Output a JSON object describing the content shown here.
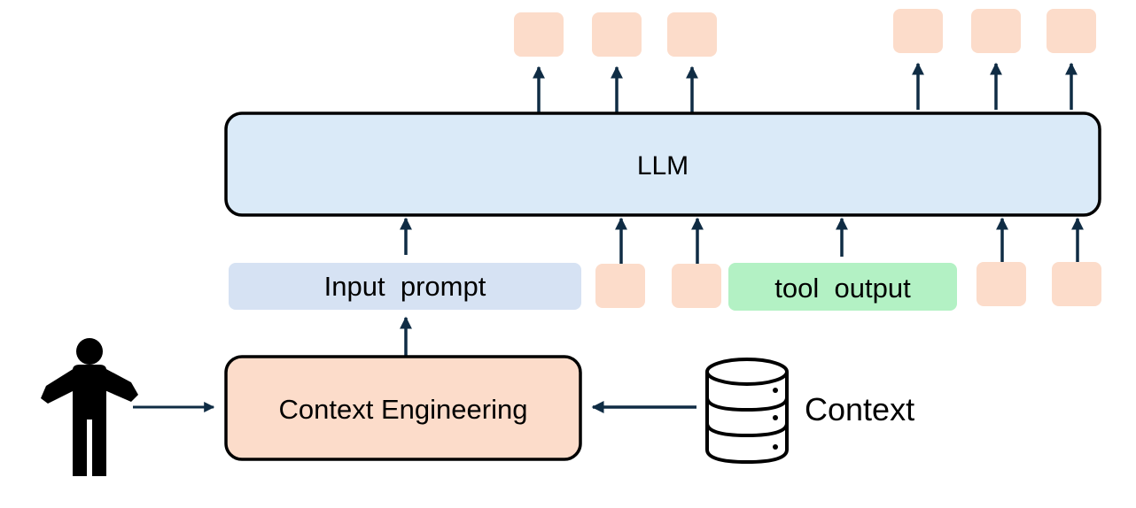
{
  "colors": {
    "llm_fill": "#daeaf8",
    "input_prompt_fill": "#d6e2f3",
    "token_fill": "#fcdcca",
    "tool_output_fill": "#b3f1c4",
    "context_engineering_fill": "#fcdcca",
    "arrow": "#0f2c44",
    "stroke": "#000000"
  },
  "icons": {
    "person": "person-icon",
    "database": "database-icon"
  },
  "llm": {
    "label": "LLM"
  },
  "input_prompt": {
    "label": "Input  prompt"
  },
  "tool_output": {
    "label": "tool  output"
  },
  "context_engineering": {
    "label": "Context Engineering"
  },
  "context": {
    "label": "Context"
  }
}
